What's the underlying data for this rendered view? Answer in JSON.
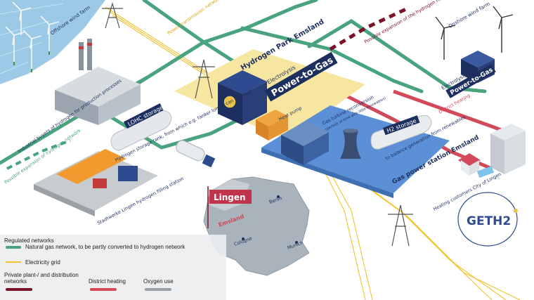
{
  "labels": {
    "offshore": "Offshore wind farm",
    "power_transmission": "Power transmission network",
    "hydrogen_park": "Hydrogen Park Emsland",
    "electrolysis_park": "Electrolysis",
    "power_to_gas_park": "Power-to-Gas",
    "possible_expansion_top": "Possible expansion of the hydrogen network",
    "onshore": "Onshore wind farm",
    "electrolysis_right": "Electrolysis",
    "power_to_gas_right": "Power-to-Gas",
    "district_heating_line": "District heating",
    "industrial_buyers": "Industrial buyers of hydrogen for production processes",
    "lohc_storage": "LOHC storage",
    "hydrogen_tank": "Hydrogen storage tank, from which e.g. tanker lorries can be filled",
    "heat_pump": "Heat pump",
    "gas_turbine": "Gas turbine reconversion",
    "gas_turbine_sub": "(periods of time with little renewables)",
    "h2_storage": "H2 storage",
    "balance": "to balance generation from renewables",
    "gas_power_station": "Gas power station Emsland",
    "possible_expansion_left": "Possible expansion of hydrogen network",
    "filling_station": "Stadtwerke Lingen hydrogen filling station",
    "heating_customers": "Heating customers City of Lingen",
    "lingen": "Lingen",
    "emsland": "Emsland",
    "berlin": "Berlin",
    "cologne": "Cologne",
    "munich": "Munich",
    "logo": "GETH2"
  },
  "legend": {
    "regulated": "Regulated networks",
    "natural_gas": "Natural gas network, to be partly converted to hydrogen network",
    "electricity": "Electricity grid",
    "private": "Private plant-/ and distribution networks",
    "district_heating": "District heating",
    "oxygen": "Oxygen use"
  },
  "colors": {
    "gas_network": "#4aa37f",
    "electricity": "#f2c230",
    "private": "#7a1227",
    "district_heating": "#d2495a",
    "oxygen": "#9aa0a6",
    "navy": "#1c2f5e",
    "hydrogen_park": "#f7e6a0",
    "gas_station": "#5b8fd6"
  }
}
